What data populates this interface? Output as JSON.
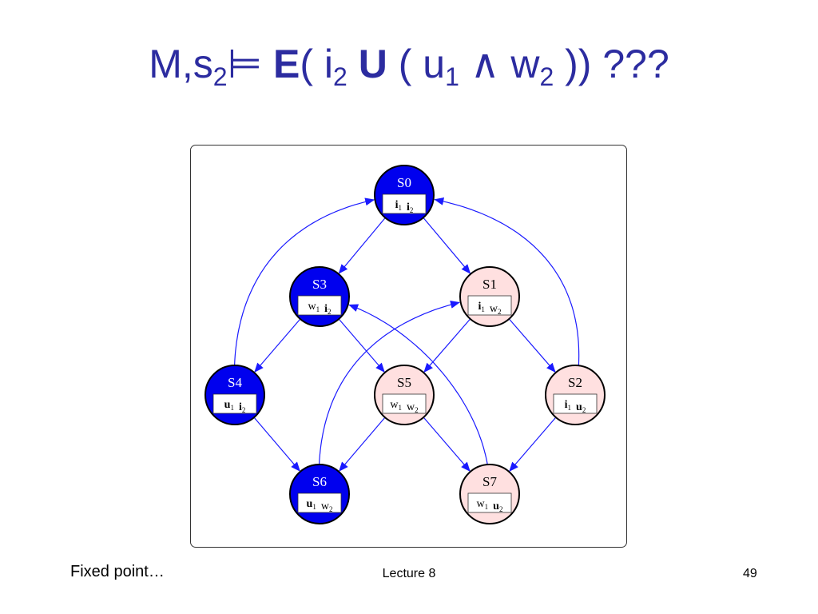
{
  "title": {
    "prefix": "M,s",
    "s_sub": "2",
    "models": "⊨",
    "E": "E",
    "open1": "( i",
    "i_sub": "2",
    "U": "U",
    "open2": "( u",
    "u_sub": "1",
    "and_w": "∧ w",
    "w_sub": "2",
    "close": ")) ???"
  },
  "colors": {
    "title": "#2c2ca0",
    "marked_state": "#0000ee",
    "unmarked_state": "#ffe0e0",
    "edge": "#1a1aff"
  },
  "states": [
    {
      "id": "S0",
      "marked": true,
      "labels": [
        {
          "t": "i",
          "s": "1",
          "bold": true
        },
        {
          "t": "i",
          "s": "2",
          "bold": true
        }
      ]
    },
    {
      "id": "S1",
      "marked": false,
      "labels": [
        {
          "t": "i",
          "s": "1",
          "bold": true
        },
        {
          "t": "w",
          "s": "2",
          "bold": false
        }
      ]
    },
    {
      "id": "S2",
      "marked": false,
      "labels": [
        {
          "t": "i",
          "s": "1",
          "bold": true
        },
        {
          "t": "u",
          "s": "2",
          "bold": true
        }
      ]
    },
    {
      "id": "S3",
      "marked": true,
      "labels": [
        {
          "t": "w",
          "s": "1",
          "bold": false
        },
        {
          "t": "i",
          "s": "2",
          "bold": true
        }
      ]
    },
    {
      "id": "S4",
      "marked": true,
      "labels": [
        {
          "t": "u",
          "s": "1",
          "bold": true
        },
        {
          "t": "i",
          "s": "2",
          "bold": true
        }
      ]
    },
    {
      "id": "S5",
      "marked": false,
      "labels": [
        {
          "t": "w",
          "s": "1",
          "bold": false
        },
        {
          "t": "w",
          "s": "2",
          "bold": false
        }
      ]
    },
    {
      "id": "S6",
      "marked": true,
      "labels": [
        {
          "t": "u",
          "s": "1",
          "bold": true
        },
        {
          "t": "w",
          "s": "2",
          "bold": false
        }
      ]
    },
    {
      "id": "S7",
      "marked": false,
      "labels": [
        {
          "t": "w",
          "s": "1",
          "bold": false
        },
        {
          "t": "u",
          "s": "2",
          "bold": true
        }
      ]
    }
  ],
  "edges": [
    {
      "from": "S0",
      "to": "S3"
    },
    {
      "from": "S0",
      "to": "S1"
    },
    {
      "from": "S3",
      "to": "S4"
    },
    {
      "from": "S3",
      "to": "S5"
    },
    {
      "from": "S1",
      "to": "S5"
    },
    {
      "from": "S1",
      "to": "S2"
    },
    {
      "from": "S4",
      "to": "S6"
    },
    {
      "from": "S5",
      "to": "S6"
    },
    {
      "from": "S5",
      "to": "S7"
    },
    {
      "from": "S2",
      "to": "S7"
    },
    {
      "from": "S4",
      "to": "S0"
    },
    {
      "from": "S2",
      "to": "S0"
    },
    {
      "from": "S6",
      "to": "S1"
    },
    {
      "from": "S7",
      "to": "S3"
    }
  ],
  "footer": {
    "left": "Fixed point…",
    "center": "Lecture 8",
    "page": "49"
  }
}
